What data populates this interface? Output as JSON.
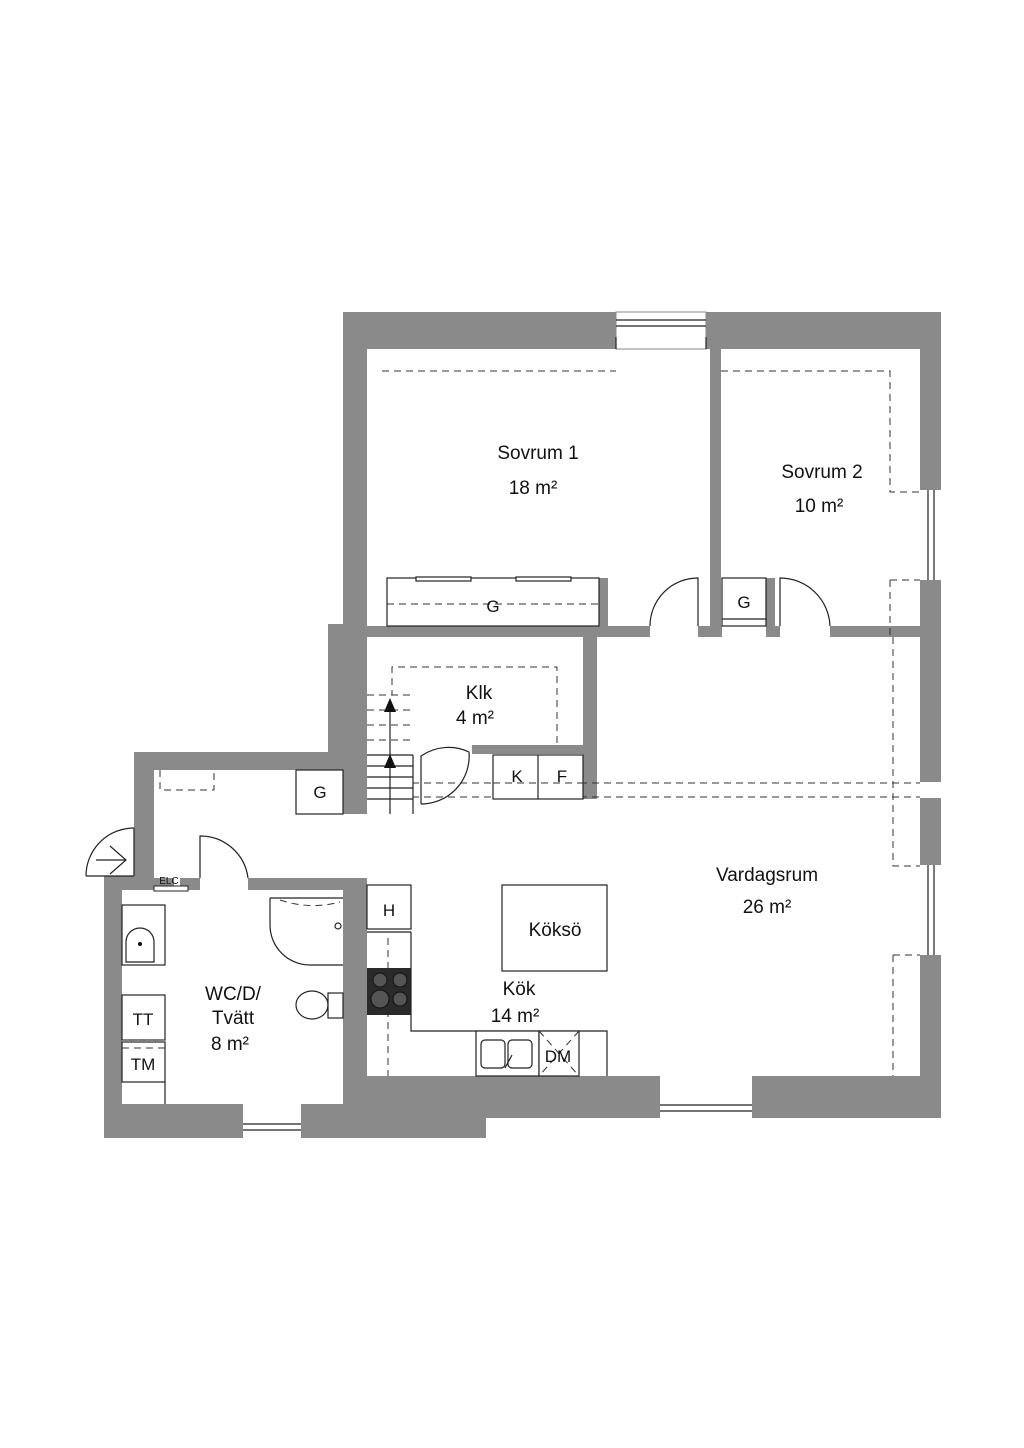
{
  "plan": {
    "wall_color": "#8a8a8b",
    "rooms": {
      "sovrum1": {
        "name": "Sovrum 1",
        "area": "18 m²"
      },
      "sovrum2": {
        "name": "Sovrum 2",
        "area": "10 m²"
      },
      "klk": {
        "name": "Klk",
        "area": "4 m²"
      },
      "vardagsrum": {
        "name": "Vardagsrum",
        "area": "26 m²"
      },
      "kok": {
        "name": "Kök",
        "area": "14 m²"
      },
      "wc": {
        "name_line1": "WC/D/",
        "name_line2": "Tvätt",
        "area": "8 m²"
      }
    },
    "labels": {
      "koksö": "Köksö",
      "g": "G",
      "k": "K",
      "f": "F",
      "h": "H",
      "dm": "DM",
      "tt": "TT",
      "tm": "TM",
      "elc": "ELC"
    }
  }
}
